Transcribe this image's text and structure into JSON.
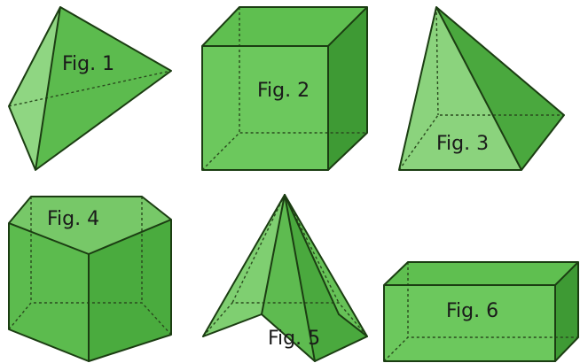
{
  "figures": [
    {
      "label": "Fig. 1"
    },
    {
      "label": "Fig. 2"
    },
    {
      "label": "Fig. 3"
    },
    {
      "label": "Fig. 4"
    },
    {
      "label": "Fig. 5"
    },
    {
      "label": "Fig. 6"
    }
  ],
  "colors": {
    "face_light": "#82cf74",
    "face_mid": "#5dba4f",
    "face_dark": "#3f9a35",
    "edge": "#1b3d12",
    "background": "#ffffff"
  }
}
